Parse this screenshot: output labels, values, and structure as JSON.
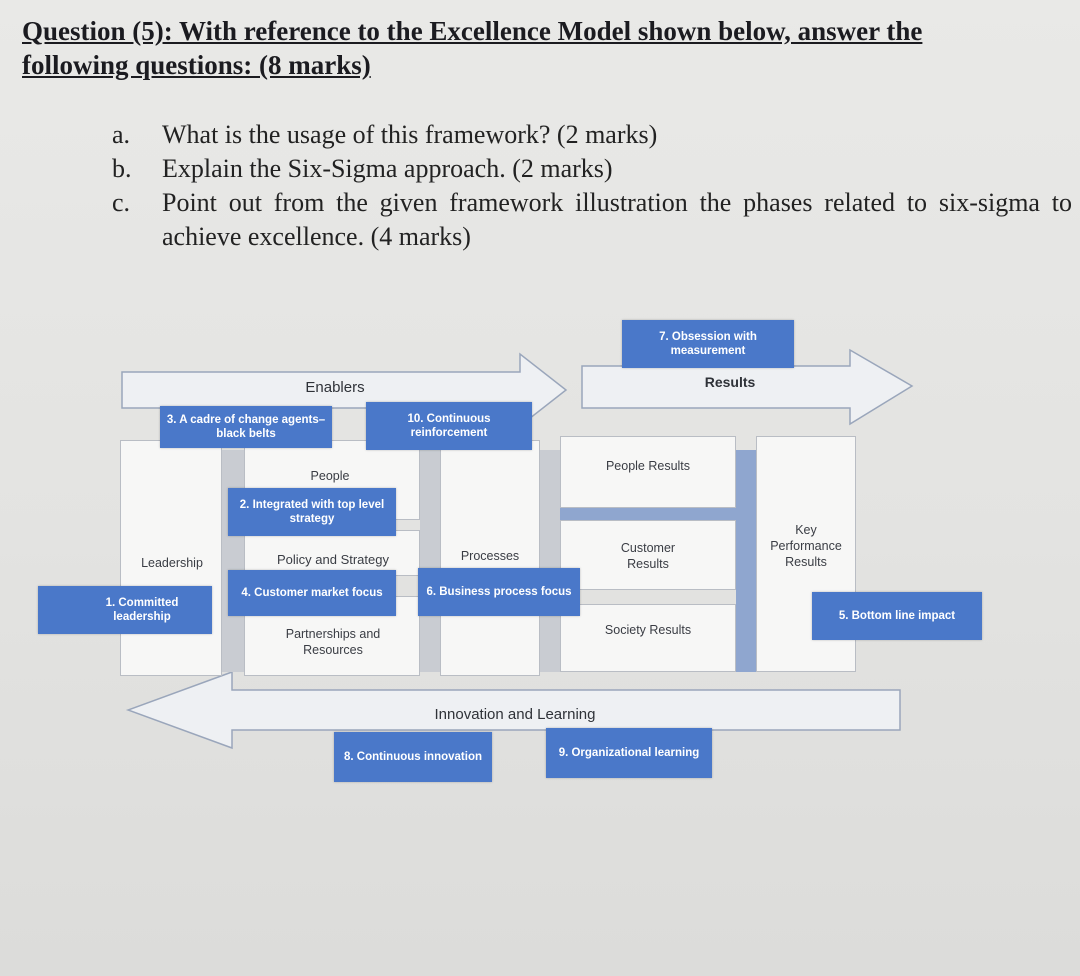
{
  "question": {
    "title_line1": "Question (5): With reference to the Excellence Model shown below, answer the",
    "title_line2": "following questions: (8 marks)",
    "items": [
      {
        "marker": "a.",
        "text": "What is the usage of this framework? (2 marks)"
      },
      {
        "marker": "b.",
        "text": "Explain the Six-Sigma approach. (2 marks)"
      },
      {
        "marker": "c.",
        "text": "Point out from the given framework illustration the phases related to six-sigma to achieve excellence. (4 marks)"
      }
    ]
  },
  "diagram": {
    "enablers_label": "Enablers",
    "results_label": "Results",
    "innovation_label": "Innovation and Learning",
    "boxes": {
      "leadership": "Leadership",
      "people": "People",
      "policy_strategy": "Policy and Strategy",
      "partnerships": "Partnerships and Resources",
      "processes": "Processes",
      "people_results": "People Results",
      "customer_results": "Customer Results",
      "society_results": "Society Results",
      "key_performance": "Key Performance Results"
    },
    "phases": {
      "p1": "1. Committed leadership",
      "p2": "2. Integrated with top level strategy",
      "p3": "3. A cadre of change agents–black belts",
      "p4": "4. Customer market focus",
      "p5": "5. Bottom line impact",
      "p6": "6. Business process focus",
      "p7": "7. Obsession with measurement",
      "p8": "8. Continuous innovation",
      "p9": "9. Organizational learning",
      "p10": "10. Continuous reinforcement"
    },
    "colors": {
      "phase_blue": "#4a78c9",
      "arrow_fill": "#eef0f3",
      "arrow_stroke": "#9aa6bb"
    }
  }
}
